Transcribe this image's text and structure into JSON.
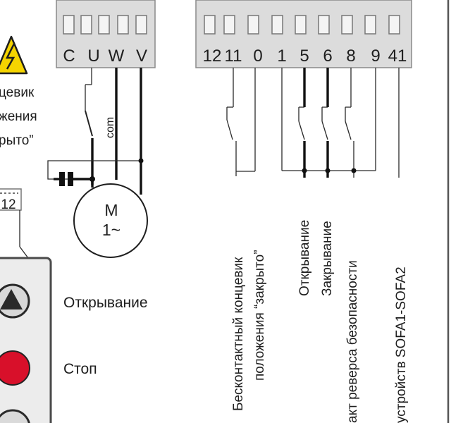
{
  "left_block": {
    "terminals": [
      "C",
      "U",
      "W",
      "V"
    ],
    "com_label": "com",
    "motor": {
      "line1": "M",
      "line2": "1~"
    },
    "side_text": [
      "цевик",
      "жения",
      "рыто”"
    ],
    "stub_label": "12"
  },
  "right_block": {
    "terminals": [
      "12",
      "11",
      "0",
      "1",
      "5",
      "6",
      "8",
      "9",
      "41"
    ],
    "labels": [
      "Бесконтактный концевик",
      "положения “закрыто”",
      "Открывание",
      "Закрывание",
      "акт реверса безопасности",
      "устройств SOFA1-SOFA2"
    ]
  },
  "control_panel": {
    "buttons": [
      {
        "label": "Открывание",
        "color": "#d8d8d8",
        "icon": "triangle-up-icon"
      },
      {
        "label": "Стоп",
        "color": "#d8102a",
        "icon": "stop-icon"
      }
    ]
  },
  "colors": {
    "terminal_fill": "#dcdcdc",
    "warning_fill": "#f5d400",
    "panel_fill": "#ececec",
    "line": "#111111"
  }
}
